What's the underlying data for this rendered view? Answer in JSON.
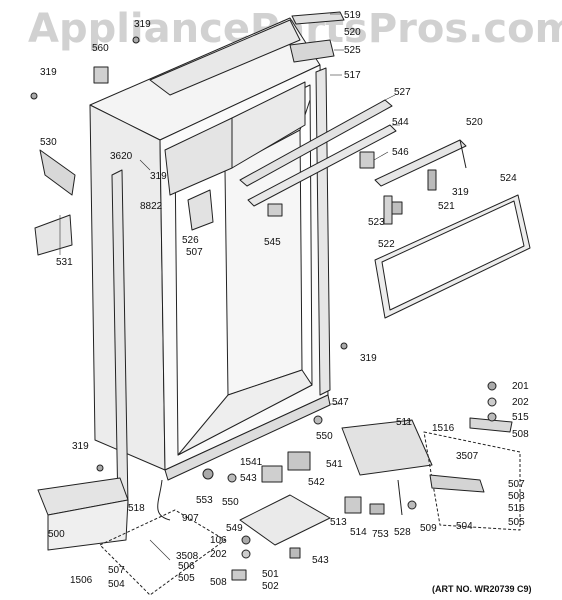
{
  "watermark": "AppliancePartsPros.com",
  "art_no": "(ART NO. WR20739 C9)",
  "callouts": {
    "c519": "519",
    "c520a": "520",
    "c525": "525",
    "c517": "517",
    "c319a": "319",
    "c319b": "319",
    "c560": "560",
    "c527": "527",
    "c544": "544",
    "c546": "546",
    "c520": "520",
    "c530": "530",
    "c3620": "3620",
    "c8822": "8822",
    "c319c": "319",
    "c319d": "319",
    "c521": "521",
    "c524": "524",
    "c523": "523",
    "c522": "522",
    "c545": "545",
    "c526": "526",
    "c507a": "507",
    "c531": "531",
    "c319e": "319",
    "c201": "201",
    "c202a": "202",
    "c515": "515",
    "c508a": "508",
    "c547": "547",
    "c511": "511",
    "c1516": "1516",
    "c550a": "550",
    "c319f": "319",
    "c3507": "3507",
    "c507b": "507",
    "c503": "503",
    "c516": "516",
    "c505a": "505",
    "c504a": "504",
    "c1541": "1541",
    "c541": "541",
    "c543a": "543",
    "c553": "553",
    "c550b": "550",
    "c542": "542",
    "c513": "513",
    "c514": "514",
    "c753": "753",
    "c528": "528",
    "c509": "509",
    "c518": "518",
    "c500": "500",
    "c907": "907",
    "c549": "549",
    "c106": "106",
    "c202b": "202",
    "c543b": "543",
    "c508b": "508",
    "c3508": "3508",
    "c506": "506",
    "c507c": "507",
    "c505b": "505",
    "c1506": "1506",
    "c504b": "504",
    "c501": "501",
    "c502": "502"
  }
}
